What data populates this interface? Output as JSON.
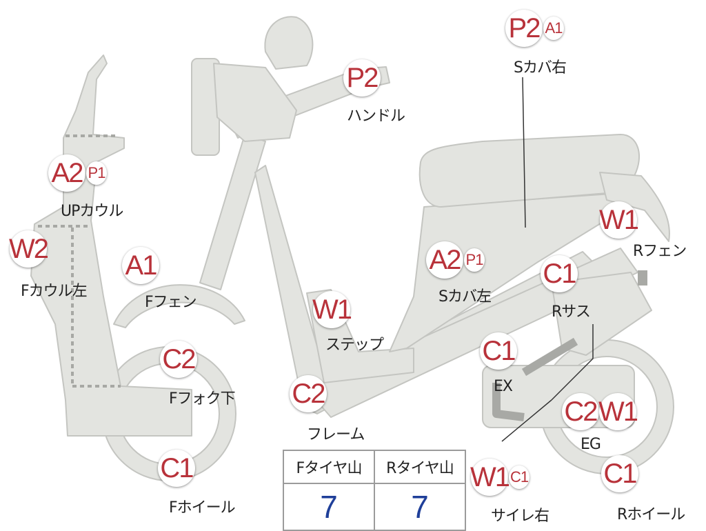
{
  "colors": {
    "body_fill": "#e3e4e0",
    "body_stroke": "#c4c5c1",
    "badge_text": "#b8323a",
    "tire_value": "#1f3f99"
  },
  "badges": {
    "p2_handle": "P2",
    "p2_scover_right": "P2",
    "a1_scover_right": "A1",
    "a2_upcowl": "A2",
    "p1_upcowl": "P1",
    "w2_fcowl_left": "W2",
    "a1_ffender": "A1",
    "c2_ffork": "C2",
    "c1_fwheel": "C1",
    "w1_step": "W1",
    "c2_frame": "C2",
    "a2_scover_left": "A2",
    "p1_scover_left": "P1",
    "w1_rfender": "W1",
    "c1_rsus": "C1",
    "c1_ex": "C1",
    "c2_eg": "C2",
    "w1_eg": "W1",
    "c1_rwheel": "C1",
    "w1_silencer": "W1",
    "c1_silencer": "C1"
  },
  "labels": {
    "handle": "ハンドル",
    "scover_right": "Sカバ右",
    "upcowl": "UPカウル",
    "fcowl_left": "Fカウル左",
    "ffender": "Fフェン",
    "ffork": "Fフォク下",
    "fwheel": "Fホイール",
    "step": "ステップ",
    "frame": "フレーム",
    "scover_left": "Sカバ左",
    "rfender": "Rフェン",
    "rsus": "Rサス",
    "ex": "EX",
    "eg": "EG",
    "rwheel": "Rホイール",
    "silencer": "サイレ右"
  },
  "tire_table": {
    "front_header": "Fタイヤ山",
    "rear_header": "Rタイヤ山",
    "front_value": "7",
    "rear_value": "7"
  }
}
